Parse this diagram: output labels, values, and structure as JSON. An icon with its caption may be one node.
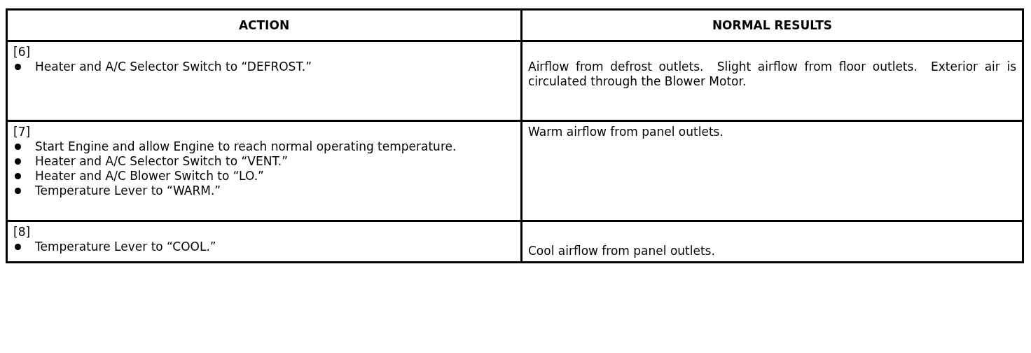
{
  "diagram": {
    "labels": [
      "ACTION",
      "NORMAL RESULTS",
      "[6]",
      "Heater and A/C Selector Switch to “DEFROST.”",
      "Airflow from defrost outlets.  Slight airflow from floor outlets.  Exterior air is circulated through the Blower Motor.",
      "[7]",
      "Start Engine and allow Engine to reach normal operating temperature.",
      "Heater and A/C Selector Switch to “VENT.”",
      "Heater and A/C Blower Switch to “LO.”",
      "Temperature Lever to “WARM.”",
      "Warm airflow from panel outlets.",
      "[8]",
      "Temperature Lever to “COOL.”",
      "Cool airflow from panel outlets."
    ]
  }
}
